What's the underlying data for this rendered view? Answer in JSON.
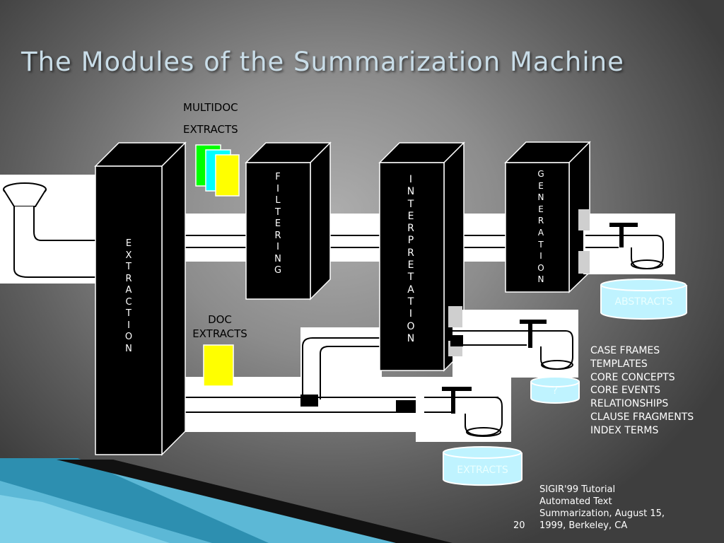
{
  "slide": {
    "title": "The Modules of the Summarization Machine",
    "page_number": "20",
    "footer": [
      "SIGIR'99 Tutorial",
      "Automated Text",
      "Summarization, August 15,",
      "1999, Berkeley, CA"
    ]
  },
  "labels": {
    "multidoc_line1": "MULTIDOC",
    "multidoc_line2": "EXTRACTS",
    "doc_line1": "DOC",
    "doc_line2": "EXTRACTS"
  },
  "modules": {
    "extraction": [
      "E",
      "X",
      "T",
      "R",
      "A",
      "C",
      "T",
      "I",
      "O",
      "N"
    ],
    "filtering": [
      "F",
      "I",
      "L",
      "T",
      "E",
      "R",
      "I",
      "N",
      "G"
    ],
    "interpretation": [
      "I",
      "N",
      "T",
      "E",
      "R",
      "P",
      "R",
      "E",
      "T",
      "A",
      "T",
      "I",
      "O",
      "N"
    ],
    "generation": [
      "G",
      "E",
      "N",
      "E",
      "R",
      "A",
      "T",
      "I",
      "O",
      "N"
    ]
  },
  "outputs": {
    "abstracts": "ABSTRACTS",
    "unknown": "?",
    "extracts": "EXTRACTS"
  },
  "representations": [
    "CASE FRAMES",
    "TEMPLATES",
    "CORE CONCEPTS",
    "CORE EVENTS",
    "RELATIONSHIPS",
    "CLAUSE FRAGMENTS",
    "INDEX TERMS"
  ],
  "colors": {
    "title": "#c9dde8",
    "box_face": "#000000",
    "box_edge": "#ffffff",
    "cylinder": "#bff3ff",
    "doc_green": "#00ff00",
    "doc_cyan": "#00ffff",
    "doc_yellow": "#ffff00",
    "accent_teal": "#3aa8c8"
  }
}
